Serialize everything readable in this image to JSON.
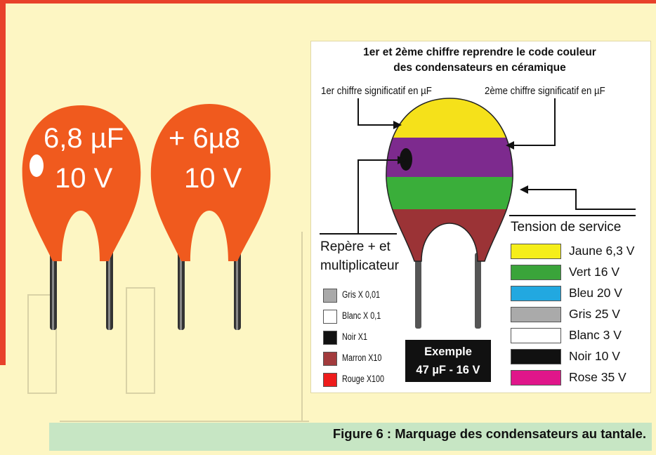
{
  "left_capacitors": [
    {
      "line1": "6,8 µF",
      "line2": "10 V"
    },
    {
      "line1": "+ 6µ8",
      "line2": "10 V"
    }
  ],
  "diagram": {
    "title_line1": "1er et 2ème chiffre reprendre le code couleur",
    "title_line2": "des condensateurs en céramique",
    "label_first_digit": "1er chiffre significatif en µF",
    "label_second_digit": "2ème chiffre significatif en µF",
    "label_marker_line1": "Repère + et",
    "label_marker_line2": "multiplicateur",
    "label_voltage": "Tension de service",
    "band_colors": [
      "#f5e11a",
      "#7d2a8e",
      "#3aae3a",
      "#9b3336"
    ],
    "multipliers": [
      {
        "label": "Gris X 0,01",
        "color": "#a9a9a9"
      },
      {
        "label": "Blanc X 0,1",
        "color": "#ffffff"
      },
      {
        "label": "Noir X1",
        "color": "#111111"
      },
      {
        "label": "Marron X10",
        "color": "#a23b3d"
      },
      {
        "label": "Rouge X100",
        "color": "#ee1c1c"
      }
    ],
    "voltages": [
      {
        "label": "Jaune 6,3 V",
        "color": "#f5ee1a"
      },
      {
        "label": "Vert 16 V",
        "color": "#3aa43a"
      },
      {
        "label": "Bleu 20 V",
        "color": "#22a8e0"
      },
      {
        "label": "Gris 25 V",
        "color": "#aaaaaa"
      },
      {
        "label": "Blanc 3 V",
        "color": "#ffffff"
      },
      {
        "label": "Noir 10 V",
        "color": "#111111"
      },
      {
        "label": "Rose 35 V",
        "color": "#e0168a"
      }
    ],
    "example_line1": "Exemple",
    "example_line2": "47 µF - 16 V"
  },
  "caption": "Figure 6 : Marquage des condensateurs au tantale."
}
